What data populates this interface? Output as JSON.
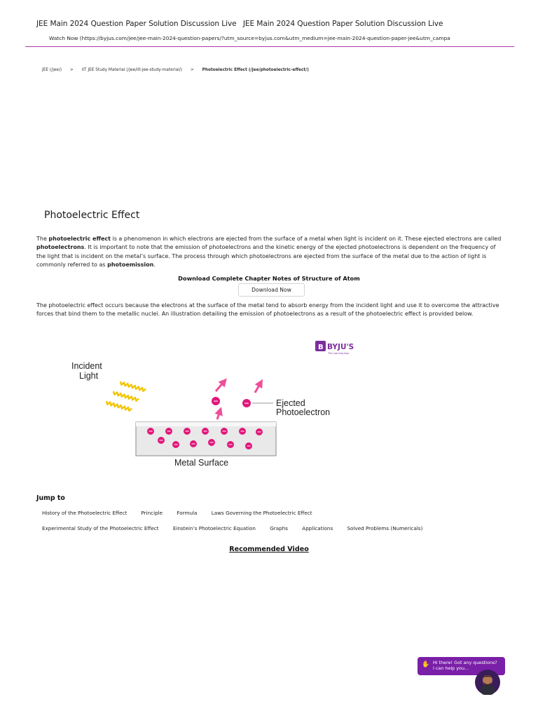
{
  "banner": {
    "items": [
      "JEE Main 2024 Question Paper Solution Discussion Live",
      "JEE Main 2024 Question Paper Solution Discussion Live"
    ],
    "watch": "Watch Now (https://byjus.com/jee/jee-main-2024-question-papers/?utm_source=byjus.com&utm_medium=jee-main-2024-question-paper-jee&utm_campa"
  },
  "breadcrumb": {
    "items": [
      "JEE (/jee/)",
      "IIT JEE Study Material (/jee/iit-jee-study-material/)",
      "Photoelectric Effect (/jee/photoelectric-effect/)"
    ],
    "separator": ">"
  },
  "article": {
    "title": "Photoelectric Effect",
    "p1": {
      "t1": "The ",
      "b1": "photoelectric effect",
      "t2": " is a phenomenon in which electrons are ejected from the surface of a metal when light is incident on it. These ejected electrons are called ",
      "b2": "photoelectrons",
      "t3": ". It is important to note that the emission of photoelectrons and the kinetic energy of the ejected photoelectrons is dependent on the frequency of the light that is incident on the metal’s surface. The process through which photoelectrons are ejected from the surface of the metal due to the action of light is commonly referred to as ",
      "b3": "photoemission",
      "t4": "."
    },
    "download_heading": "Download Complete Chapter Notes of Structure of Atom",
    "download_button": "Download Now",
    "p2": "The photoelectric effect occurs because the electrons at the surface of the metal tend to absorb energy from the incident light and use it to overcome the attractive forces that bind them to the metallic nuclei. An illustration detailing the emission of photoelectrons as a result of the photoelectric effect is provided below."
  },
  "illustration": {
    "brand": "BYJU'S",
    "brand_tag": "The Learning App",
    "incident_1": "Incident",
    "incident_2": "Light",
    "ejected_1": "Ejected",
    "ejected_2": "Photoelectron",
    "surface": "Metal Surface",
    "electron_symbol": "−",
    "colors": {
      "electron": "#e0187a",
      "arrow": "#ee4f9a",
      "wave": "#f2c500",
      "metal": "#e9e9e9",
      "brand": "#7b2f9e"
    }
  },
  "jump": {
    "heading": "Jump to",
    "row1": [
      "History of the Photoelectric Effect",
      "Principle",
      "Formula",
      "Laws Governing the Photoelectric Effect"
    ],
    "row2": [
      "Experimental Study of the Photoelectric Effect",
      "Einstein’s Photoelectric Equation",
      "Graphs",
      "Applications",
      "Solved Problems (Numericals)"
    ]
  },
  "recommended": "Recommended Video",
  "chat": {
    "line1": "Hi there! Got any questions?",
    "line2": "I can help you..."
  }
}
